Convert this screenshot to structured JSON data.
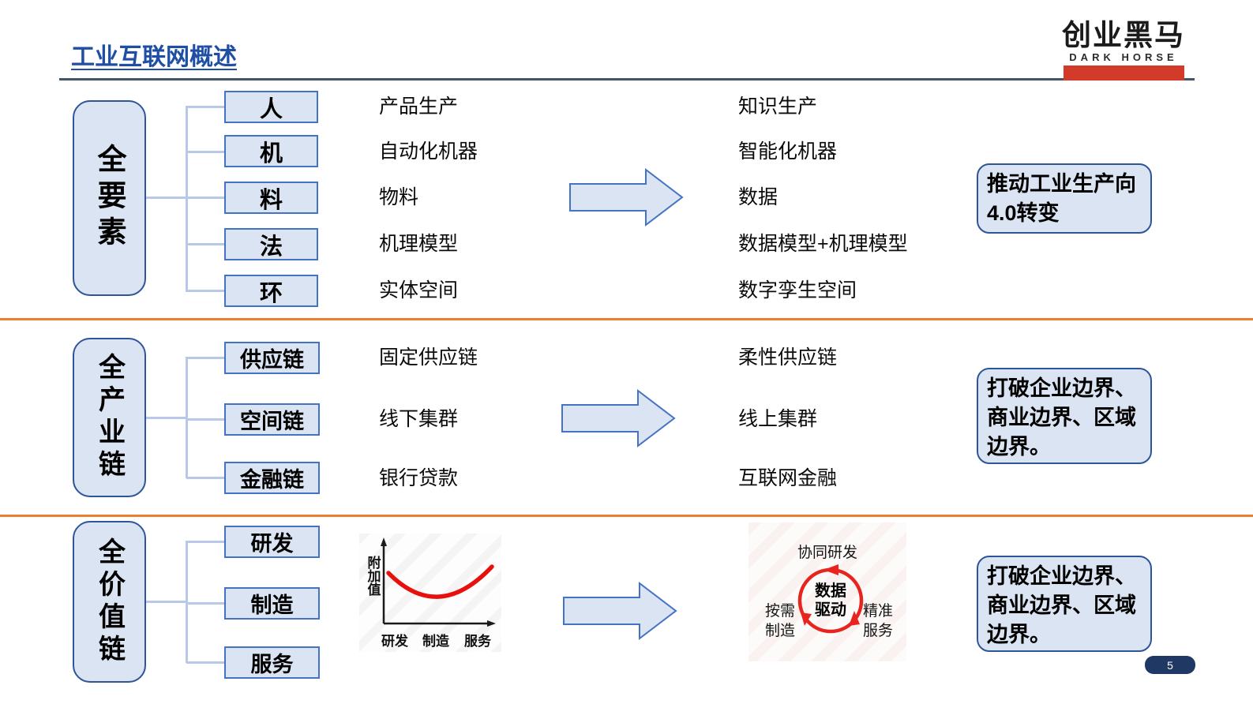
{
  "slide": {
    "title": "工业互联网概述",
    "page_number": "5"
  },
  "logo": {
    "brand": "创业黑马",
    "tagline": "DARK HORSE"
  },
  "sections": [
    {
      "category": "全要素",
      "elements": [
        "人",
        "机",
        "料",
        "法",
        "环"
      ],
      "before": [
        "产品生产",
        "自动化机器",
        "物料",
        "机理模型",
        "实体空间"
      ],
      "after": [
        "知识生产",
        "智能化机器",
        "数据",
        "数据模型+机理模型",
        "数字孪生空间"
      ],
      "callout": "推动工业生产向4.0转变"
    },
    {
      "category": "全产业链",
      "elements": [
        "供应链",
        "空间链",
        "金融链"
      ],
      "before": [
        "固定供应链",
        "线下集群",
        "银行贷款"
      ],
      "after": [
        "柔性供应链",
        "线上集群",
        "互联网金融"
      ],
      "callout": "打破企业边界、商业边界、区域边界。"
    },
    {
      "category": "全价值链",
      "elements": [
        "研发",
        "制造",
        "服务"
      ],
      "callout": "打破企业边界、商业边界、区域边界。"
    }
  ],
  "smile_chart": {
    "ylabel": "附加值",
    "xlabels": [
      "研发",
      "制造",
      "服务"
    ]
  },
  "cycle_diagram": {
    "center": "数据驱动",
    "top": "协同研发",
    "left": "按需制造",
    "right": "精准服务"
  },
  "chart_data": {
    "type": "line",
    "title": "",
    "xlabel": "",
    "ylabel": "附加值",
    "categories": [
      "研发",
      "制造",
      "服务"
    ],
    "values": [
      0.75,
      0.3,
      0.8
    ],
    "ylim": [
      0,
      1
    ],
    "grid": false,
    "legend": "none",
    "line_color": "#E8100C"
  },
  "colors": {
    "title_blue": "#1F4FA5",
    "header_rule": "#44546A",
    "divider_orange": "#ED7D31",
    "shape_fill": "#DBE4F3",
    "shape_border": "#4472C4",
    "dark_border": "#2E5597",
    "connector": "#B8C8E8",
    "logo_red": "#D23B29",
    "curve_red": "#E8100C",
    "cycle_red": "#E8241F",
    "badge_navy": "#1F3864"
  }
}
